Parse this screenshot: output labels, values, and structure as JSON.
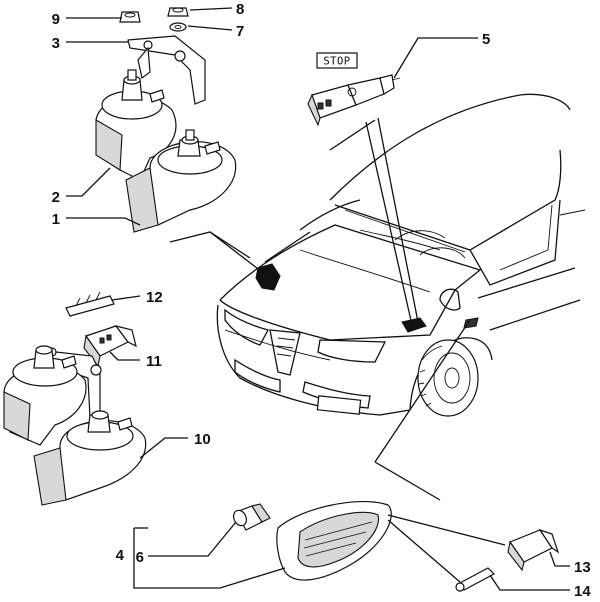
{
  "stop_label": "STOP",
  "callouts": [
    {
      "id": "1",
      "label": "1"
    },
    {
      "id": "2",
      "label": "2"
    },
    {
      "id": "3",
      "label": "3"
    },
    {
      "id": "4",
      "label": "4"
    },
    {
      "id": "5",
      "label": "5"
    },
    {
      "id": "6",
      "label": "6"
    },
    {
      "id": "7",
      "label": "7"
    },
    {
      "id": "8",
      "label": "8"
    },
    {
      "id": "9",
      "label": "9"
    },
    {
      "id": "10",
      "label": "10"
    },
    {
      "id": "11",
      "label": "11"
    },
    {
      "id": "12",
      "label": "12"
    },
    {
      "id": "13",
      "label": "13"
    },
    {
      "id": "14",
      "label": "14"
    }
  ]
}
